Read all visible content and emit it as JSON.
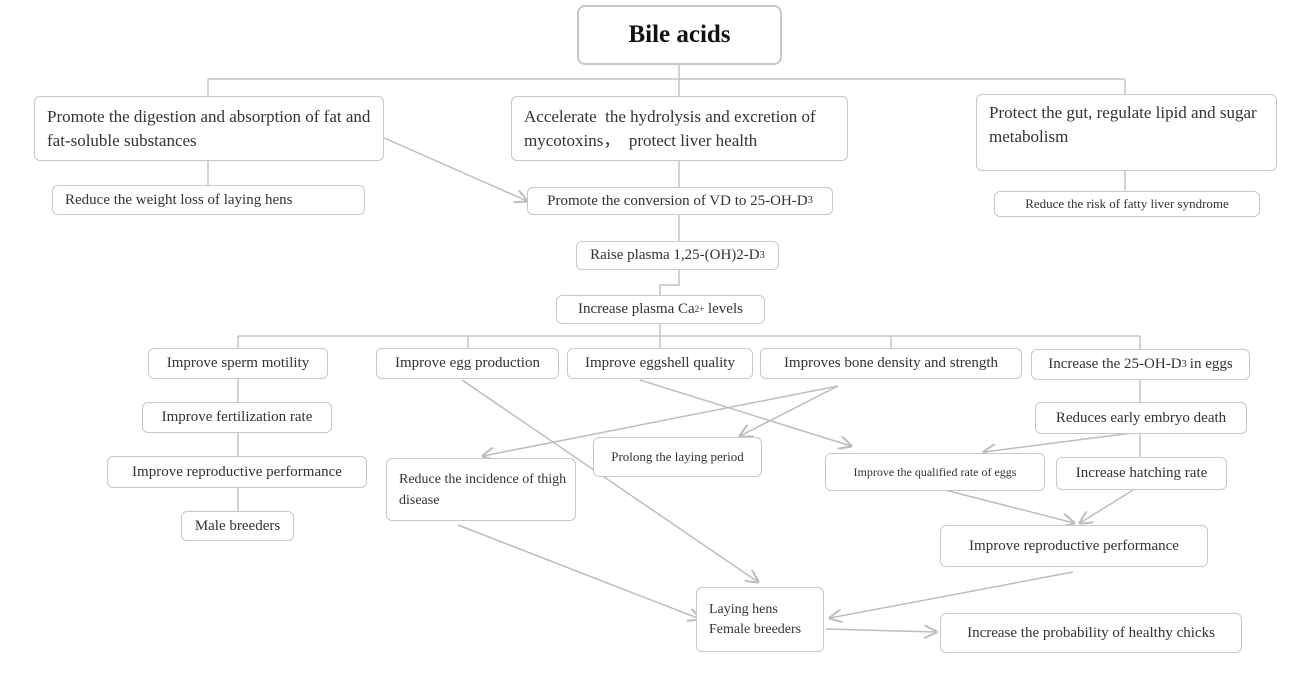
{
  "diagram": {
    "root": "Bile acids",
    "benefits": {
      "digestion": "Promote the digestion and absorption of fat and fat-soluble substances",
      "mycotoxins": "Accelerate  the hydrolysis and excretion of mycotoxins，  protect liver health",
      "gut": "Protect the gut, regulate lipid and sugar metabolism"
    },
    "weight_loss": "Reduce the weight loss of laying hens",
    "fatty_liver": "Reduce the risk of fatty liver syndrome",
    "vd_conversion": {
      "text": "Promote the conversion of VD to 25-OH-D",
      "sub": "3"
    },
    "plasma_vd": {
      "text": "Raise plasma 1,25-(OH)2-D",
      "sub": "3"
    },
    "plasma_ca": {
      "pre": "Increase plasma Ca",
      "sup": "2+",
      "post": " levels"
    },
    "effects": {
      "sperm": "Improve sperm motility",
      "egg_production": "Improve egg production",
      "eggshell": "Improve eggshell quality",
      "bone": "Improves bone density and strength",
      "egg_vd": {
        "pre": "Increase the 25-OH-D",
        "sub": "3",
        "post": "in eggs"
      }
    },
    "fertilization": "Improve fertilization rate",
    "reproductive_male": "Improve reproductive performance",
    "male_breeders": "Male breeders",
    "embryo": "Reduces early embryo death",
    "thigh": "Reduce the incidence of thigh disease",
    "laying_period": "Prolong the laying period",
    "qualified_eggs": "Improve the qualified rate of eggs",
    "hatching": "Increase hatching rate",
    "reproductive_female": "Improve reproductive performance",
    "hens": {
      "line1": "Laying hens",
      "line2": "Female breeders"
    },
    "healthy_chicks": "Increase the probability of healthy chicks"
  }
}
